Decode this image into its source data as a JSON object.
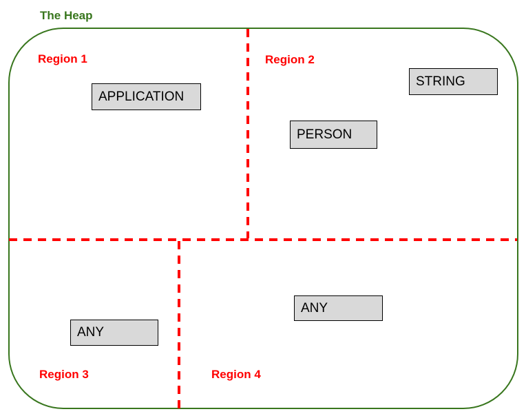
{
  "title": "The Heap",
  "regions": {
    "r1": {
      "label": "Region 1"
    },
    "r2": {
      "label": "Region 2"
    },
    "r3": {
      "label": "Region 3"
    },
    "r4": {
      "label": "Region 4"
    }
  },
  "boxes": {
    "application": {
      "label": "APPLICATION",
      "region": "Region 1"
    },
    "person": {
      "label": "PERSON",
      "region": "Region 2"
    },
    "string": {
      "label": "STRING",
      "region": "Region 2"
    },
    "any_r3": {
      "label": "ANY",
      "region": "Region 3"
    },
    "any_r4": {
      "label": "ANY",
      "region": "Region 4"
    }
  },
  "colors": {
    "heap_green": "#38761D",
    "region_red": "#FF0000",
    "box_fill": "#D9D9D9",
    "box_border": "#000000",
    "box_text": "#000000",
    "background": "#FFFFFF"
  }
}
